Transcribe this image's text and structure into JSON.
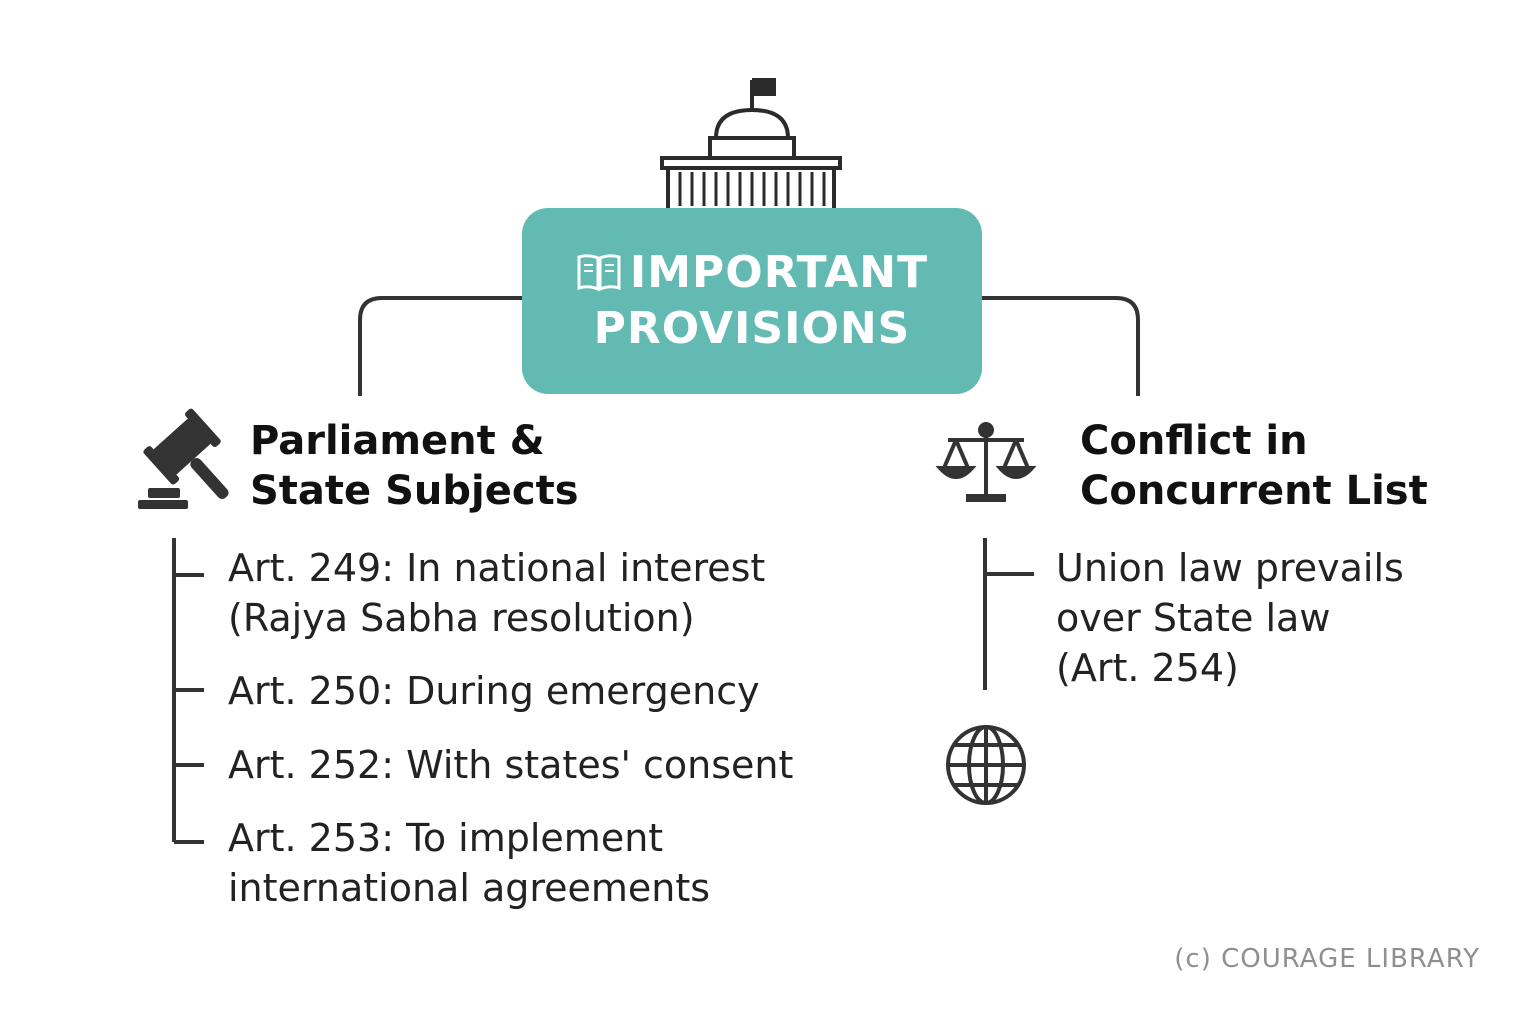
{
  "center": {
    "title_line1": "IMPORTANT",
    "title_line2": "PROVISIONS",
    "icon": "book-icon",
    "top_icon": "parliament-building-icon"
  },
  "left": {
    "heading_line1": "Parliament &",
    "heading_line2": "State Subjects",
    "icon": "gavel-icon",
    "items": [
      {
        "line1": "Art. 249: In national interest",
        "line2": "(Rajya Sabha resolution)"
      },
      {
        "line1": "Art. 250: During emergency",
        "line2": ""
      },
      {
        "line1": "Art. 252: With states' consent",
        "line2": ""
      },
      {
        "line1": "Art. 253: To implement",
        "line2": "international agreements"
      }
    ]
  },
  "right": {
    "heading_line1": "Conflict in",
    "heading_line2": "Concurrent List",
    "icon": "scales-icon",
    "extra_icon": "globe-icon",
    "items": [
      {
        "line1": "Union law prevails",
        "line2": "over State law",
        "line3": "(Art. 254)"
      }
    ]
  },
  "footer": {
    "copyright": "(c) COURAGE LIBRARY"
  },
  "colors": {
    "accent": "#62bab3",
    "line": "#333333",
    "text": "#1c1c1c",
    "muted": "#8f8f8f"
  }
}
